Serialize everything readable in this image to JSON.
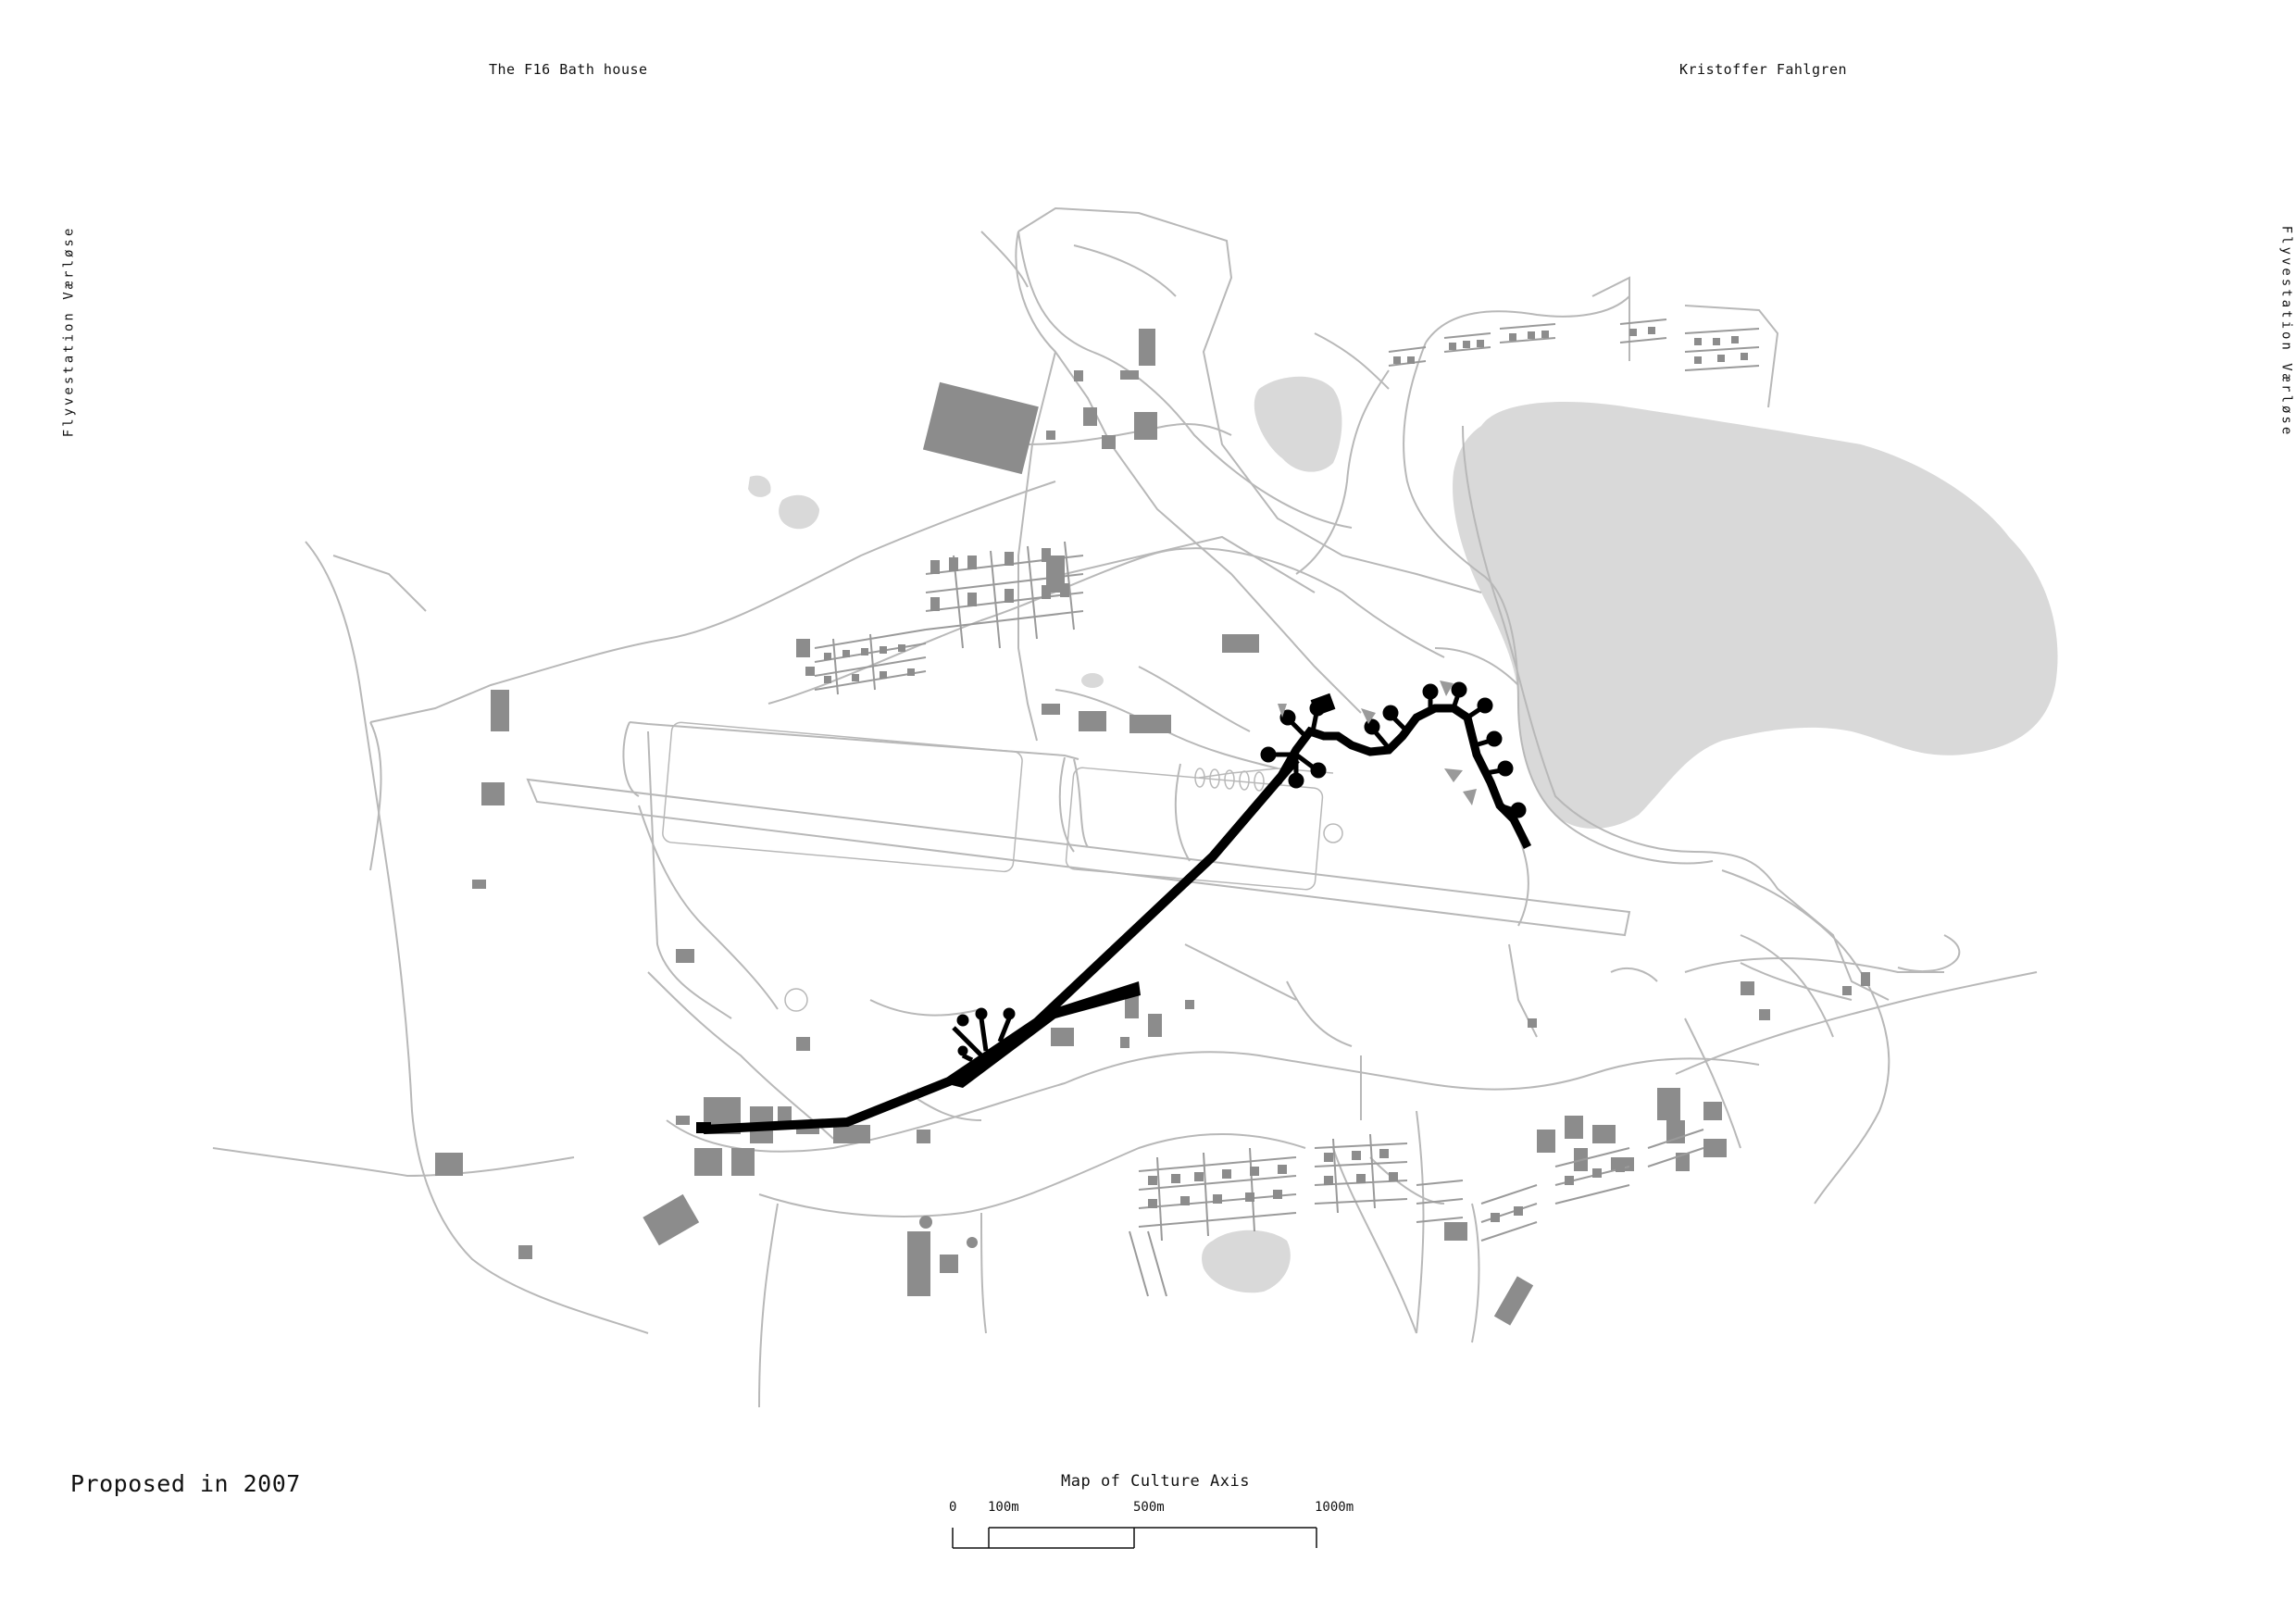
{
  "header": {
    "left_title": "The F16 Bath house",
    "right_title": "Kristoffer Fahlgren"
  },
  "side_labels": {
    "left": "Flyvestation Værløse",
    "right": "Flyvestation Værløse"
  },
  "footer": {
    "status": "Proposed in 2007",
    "map_title": "Map of Culture Axis"
  },
  "scale_bar": {
    "labels": [
      "0",
      "100m",
      "500m",
      "1000m"
    ]
  },
  "colors": {
    "roads": "#b8b8b8",
    "buildings": "#8c8c8c",
    "water": "#d9d9d9",
    "axis": "#000000"
  }
}
